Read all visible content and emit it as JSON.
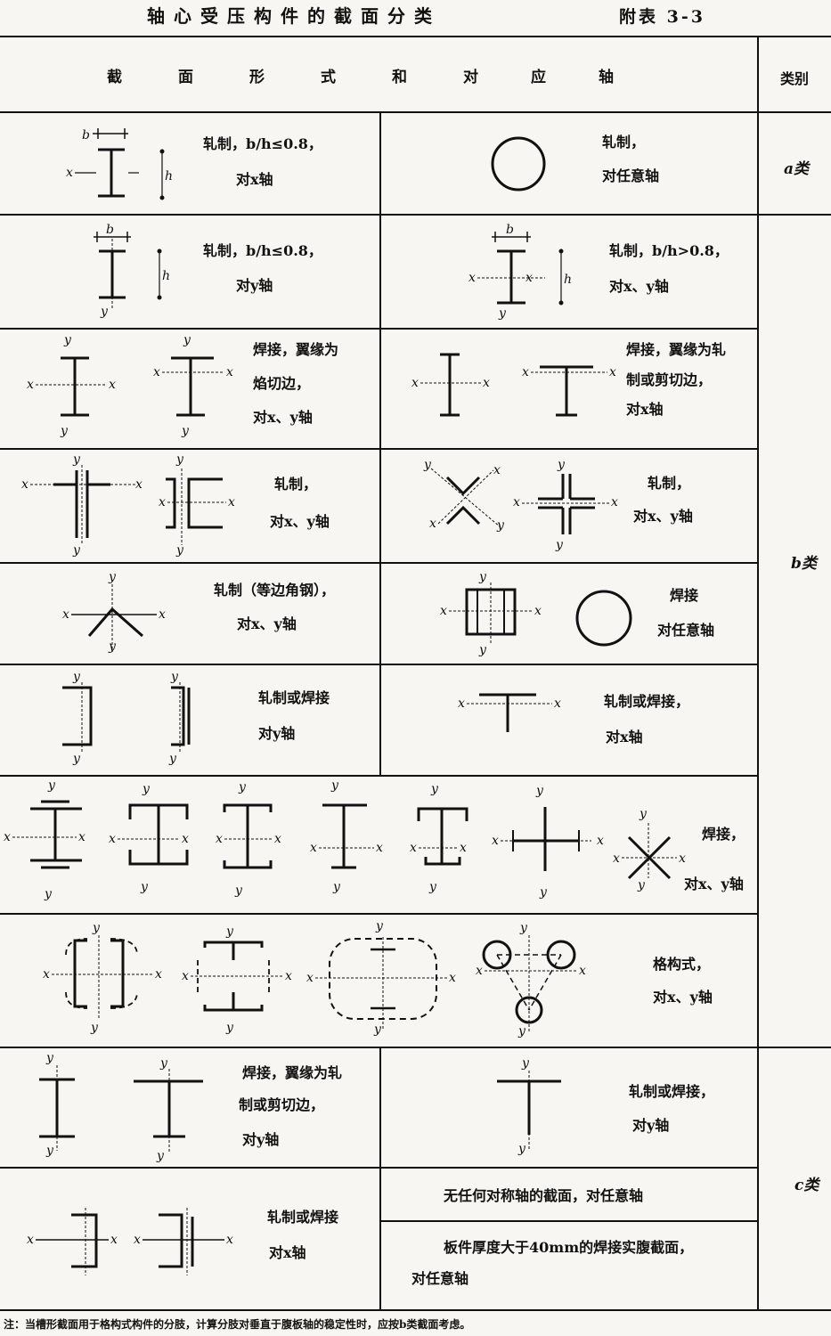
{
  "header": {
    "title": "轴心受压构件的截面分类",
    "ref": "附表 3-3"
  },
  "table_header": {
    "section_words": [
      "截",
      "面",
      "形",
      "式",
      "和",
      "对",
      "应",
      "轴"
    ],
    "category": "类别"
  },
  "categories": {
    "a": "a类",
    "b": "b类",
    "c": "c类"
  },
  "rows": {
    "r1": {
      "left": [
        "轧制，b/h≤0.8，",
        "对x轴"
      ],
      "right": [
        "轧制，",
        "对任意轴"
      ]
    },
    "r2": {
      "left": [
        "轧制，b/h≤0.8，",
        "对y轴"
      ],
      "right": [
        "轧制，b/h>0.8，",
        "对x、y轴"
      ]
    },
    "r3": {
      "left": [
        "焊接，翼缘为",
        "焰切边，",
        "对x、y轴"
      ],
      "right": [
        "焊接，翼缘为轧",
        "制或剪切边，",
        "对x轴"
      ]
    },
    "r4": {
      "left": [
        "轧制，",
        "对x、y轴"
      ],
      "right": [
        "轧制，",
        "对x、y轴"
      ]
    },
    "r5": {
      "left": [
        "轧制（等边角钢），",
        "对x、y轴"
      ],
      "right": [
        "焊接",
        "对任意轴"
      ]
    },
    "r6": {
      "left": [
        "轧制或焊接",
        "对y轴"
      ],
      "right": [
        "轧制或焊接，",
        "对x轴"
      ]
    },
    "r7": {
      "right": [
        "焊接，",
        "对x、y轴"
      ]
    },
    "r8": {
      "right": [
        "格构式，",
        "对x、y轴"
      ]
    },
    "r9": {
      "left": [
        "焊接，翼缘为轧",
        "制或剪切边，",
        "对y轴"
      ],
      "right": [
        "轧制或焊接，",
        "对y轴"
      ]
    },
    "r10": {
      "left": [
        "轧制或焊接",
        "对x轴"
      ],
      "right_a": "无任何对称轴的截面，对任意轴",
      "right_b": [
        "板件厚度大于40mm的焊接实腹截面，",
        "对任意轴"
      ]
    }
  },
  "axis_labels": {
    "x": "x",
    "y": "y",
    "b": "b",
    "h": "h"
  },
  "note": "注：当槽形截面用于格构式构件的分肢，计算分肢对垂直于腹板轴的稳定性时，应按b类截面考虑。"
}
